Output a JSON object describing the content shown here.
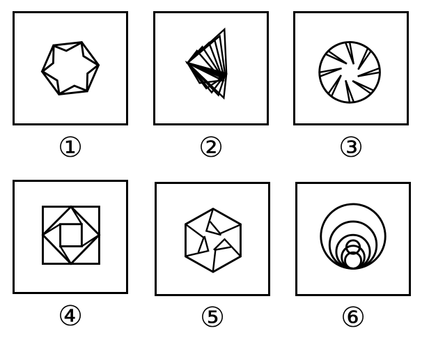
{
  "figure": {
    "line_color": "#000000",
    "background_color": "#ffffff",
    "panels": [
      {
        "id": 1,
        "label": "①",
        "shape": "hexagon-ring-of-six-triangles"
      },
      {
        "id": 2,
        "label": "②",
        "shape": "fan-of-overlapping-triangles"
      },
      {
        "id": 3,
        "label": "③",
        "shape": "circle-with-aperture-blades"
      },
      {
        "id": 4,
        "label": "④",
        "shape": "nested-squares-with-diamond"
      },
      {
        "id": 5,
        "label": "⑤",
        "shape": "hexagon-with-pinwheel"
      },
      {
        "id": 6,
        "label": "⑥",
        "shape": "nested-tangent-circles"
      }
    ]
  }
}
